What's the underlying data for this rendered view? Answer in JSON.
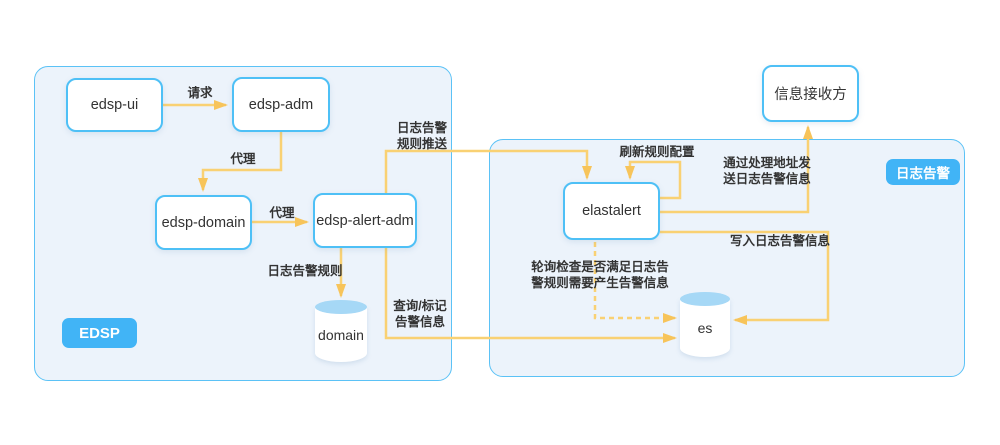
{
  "diagram": {
    "panels": {
      "edsp": {
        "badge": "EDSP"
      },
      "log_alert": {
        "badge": "日志告警"
      }
    },
    "nodes": {
      "edsp_ui": "edsp-ui",
      "edsp_adm": "edsp-adm",
      "edsp_domain": "edsp-domain",
      "edsp_alert_adm": "edsp-alert-adm",
      "elastalert": "elastalert",
      "receiver": "信息接收方",
      "domain_db": "domain",
      "es_db": "es"
    },
    "edges": {
      "request": "请求",
      "proxy1": "代理",
      "proxy2": "代理",
      "log_alert_rule": "日志告警规则",
      "rule_push": "日志告警\n规则推送",
      "query_mark": "查询/标记\n告警信息",
      "refresh_rules": "刷新规则配置",
      "send_via_handler": "通过处理地址发\n送日志告警信息",
      "write_alert": "写入日志告警信息",
      "poll_check": "轮询检查是否满足日志告\n警规则需要产生告警信息"
    },
    "colors": {
      "accent_blue": "#41b4f6",
      "node_border_blue": "#4ec0f6",
      "panel_border_blue": "#5bc2f6",
      "panel_fill": "#ecf3fb",
      "arrow_line_yellow": "#f9d173",
      "arrow_head_yellow": "#f7c45a",
      "cylinder_top_blue": "#a6d8f6",
      "text": "#333333"
    }
  }
}
